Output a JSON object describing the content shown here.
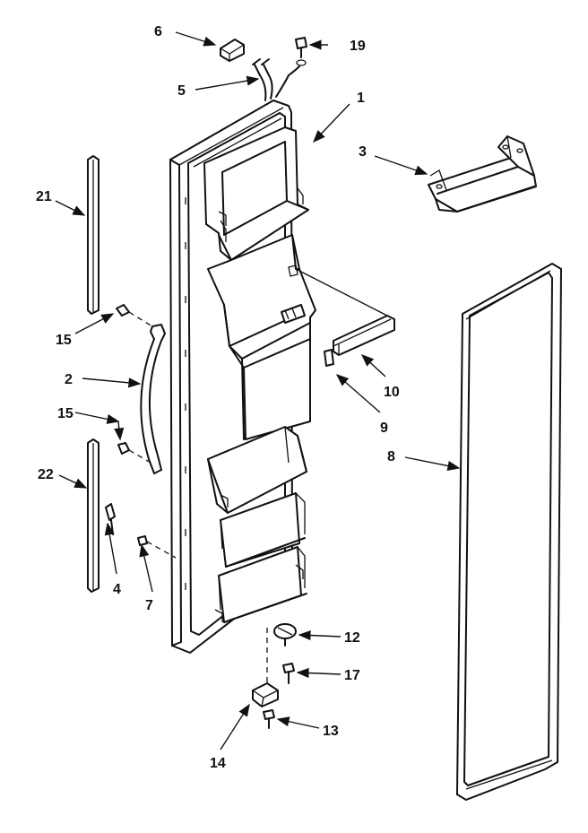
{
  "callouts": {
    "c1": "1",
    "c2": "2",
    "c3": "3",
    "c4": "4",
    "c5": "5",
    "c6": "6",
    "c7": "7",
    "c8": "8",
    "c9": "9",
    "c10": "10",
    "c12": "12",
    "c13": "13",
    "c14": "14",
    "c15a": "15",
    "c15b": "15",
    "c17": "17",
    "c19": "19",
    "c21": "21",
    "c22": "22"
  }
}
